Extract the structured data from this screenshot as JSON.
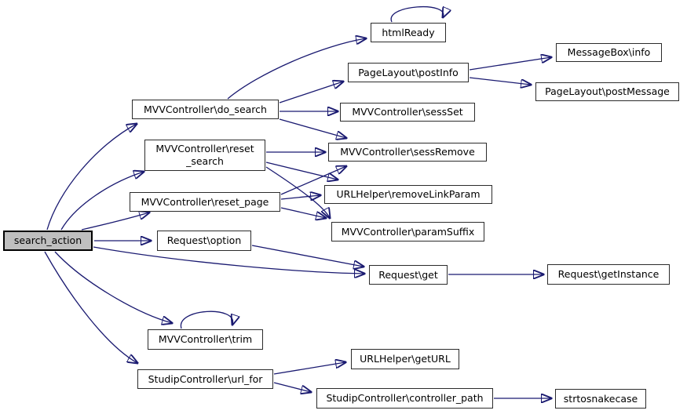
{
  "diagram": {
    "kind": "call-graph",
    "colors": {
      "edge": "#191970",
      "node_fill": "#ffffff",
      "node_border": "#2b2b2b",
      "highlight_fill": "#bfbfbf"
    },
    "nodes": [
      {
        "id": "search_action",
        "label": "search_action",
        "highlighted": true
      },
      {
        "id": "do_search",
        "label": "MVVController\\do_search"
      },
      {
        "id": "reset_search",
        "label": "MVVController\\reset_search",
        "line1": "MVVController\\reset",
        "line2": "_search"
      },
      {
        "id": "reset_page",
        "label": "MVVController\\reset_page"
      },
      {
        "id": "request_option",
        "label": "Request\\option"
      },
      {
        "id": "request_get",
        "label": "Request\\get"
      },
      {
        "id": "trim",
        "label": "MVVController\\trim"
      },
      {
        "id": "url_for",
        "label": "StudipController\\url_for"
      },
      {
        "id": "htmlready",
        "label": "htmlReady"
      },
      {
        "id": "postinfo",
        "label": "PageLayout\\postInfo"
      },
      {
        "id": "sessset",
        "label": "MVVController\\sessSet"
      },
      {
        "id": "sessremove",
        "label": "MVVController\\sessRemove"
      },
      {
        "id": "removelinkparam",
        "label": "URLHelper\\removeLinkParam"
      },
      {
        "id": "paramsuffix",
        "label": "MVVController\\paramSuffix"
      },
      {
        "id": "messagebox_info",
        "label": "MessageBox\\info"
      },
      {
        "id": "postmessage",
        "label": "PageLayout\\postMessage"
      },
      {
        "id": "getinstance",
        "label": "Request\\getInstance"
      },
      {
        "id": "geturl",
        "label": "URLHelper\\getURL"
      },
      {
        "id": "controller_path",
        "label": "StudipController\\controller_path"
      },
      {
        "id": "strtosnakecase",
        "label": "strtosnakecase"
      }
    ],
    "edges": [
      {
        "from": "search_action",
        "to": "do_search"
      },
      {
        "from": "search_action",
        "to": "reset_search"
      },
      {
        "from": "search_action",
        "to": "reset_page"
      },
      {
        "from": "search_action",
        "to": "request_option"
      },
      {
        "from": "search_action",
        "to": "request_get"
      },
      {
        "from": "search_action",
        "to": "trim"
      },
      {
        "from": "search_action",
        "to": "url_for"
      },
      {
        "from": "do_search",
        "to": "htmlready"
      },
      {
        "from": "do_search",
        "to": "postinfo"
      },
      {
        "from": "do_search",
        "to": "sessset"
      },
      {
        "from": "do_search",
        "to": "sessremove"
      },
      {
        "from": "reset_search",
        "to": "sessremove"
      },
      {
        "from": "reset_search",
        "to": "removelinkparam"
      },
      {
        "from": "reset_search",
        "to": "paramsuffix"
      },
      {
        "from": "reset_page",
        "to": "sessremove"
      },
      {
        "from": "reset_page",
        "to": "removelinkparam"
      },
      {
        "from": "reset_page",
        "to": "paramsuffix"
      },
      {
        "from": "request_option",
        "to": "request_get"
      },
      {
        "from": "request_get",
        "to": "getinstance"
      },
      {
        "from": "postinfo",
        "to": "messagebox_info"
      },
      {
        "from": "postinfo",
        "to": "postmessage"
      },
      {
        "from": "url_for",
        "to": "geturl"
      },
      {
        "from": "url_for",
        "to": "controller_path"
      },
      {
        "from": "controller_path",
        "to": "strtosnakecase"
      },
      {
        "from": "htmlready",
        "to": "htmlready"
      },
      {
        "from": "trim",
        "to": "trim"
      }
    ]
  }
}
